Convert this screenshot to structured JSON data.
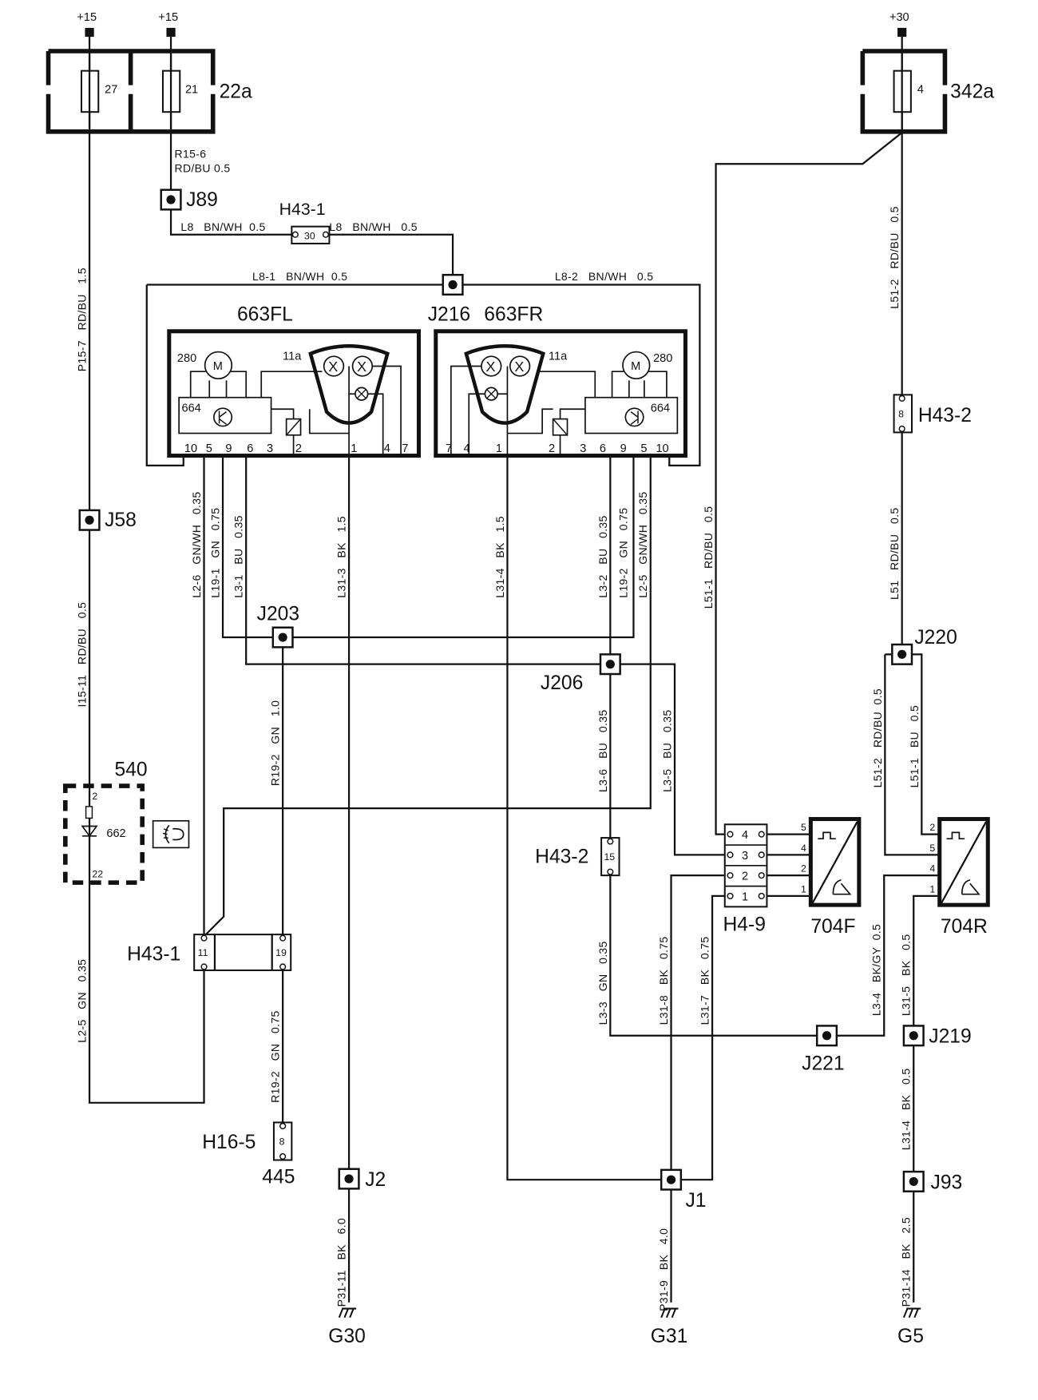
{
  "diagram": {
    "supplies": {
      "s15a": "+15",
      "s15b": "+15",
      "s30": "+30"
    },
    "fuse_boxes": {
      "fb22a": {
        "label": "22a",
        "fuses": [
          "27",
          "21"
        ]
      },
      "fb342a": {
        "label": "342a",
        "fuses": [
          "4"
        ]
      }
    },
    "wires": {
      "r15_6_id": "R15-6",
      "r15_6_spec": "RD/BU  0.5",
      "l8_left": "L8   BN/WH  0.5",
      "l8_right": "L8   BN/WH   0.5",
      "l8_1": "L8-1   BN/WH  0.5",
      "l8_2": "L8-2   BN/WH   0.5",
      "p15_7": "P15-7   RD/BU   1.5",
      "i15_11": "I15-11   RD/BU   0.5",
      "l2_5_left": "L2-5   GN   0.35",
      "l2_6": "L2-6   GN/WH   0.35",
      "l19_1": "L19-1   GN   0.75",
      "l3_1": "L3-1   BU   0.35",
      "l31_3": "L31-3   BK   1.5",
      "r19_2_upper": "R19-2   GN   1.0",
      "r19_2_lower": "R19-2   GN   0.75",
      "l31_4": "L31-4   BK   1.5",
      "l3_2": "L3-2   BU   0.35",
      "l19_2": "L19-2   GN   0.75",
      "l2_5": "L2-5   GN/WH   0.35",
      "l3_6": "L3-6   BU   0.35",
      "l3_5": "L3-5   BU   0.35",
      "l3_3": "L3-3   GN   0.35",
      "l31_8": "L31-8   BK   0.75",
      "l31_7": "L31-7   BK   0.75",
      "l51_1_left": "L51-1   RD/BU   0.5",
      "l51_2_top": "L51-2   RD/BU   0.5",
      "l51": "L51   RD/BU   0.5",
      "l51_2": "L51-2   RD/BU  0.5",
      "l51_1": "L51-1   BU   0.5",
      "l3_4": "L3-4   BK/GY  0.5",
      "l31_5": "L31-5   BK   0.5",
      "l31_4b": "L31-4   BK   0.5",
      "p31_11": "P31-11   BK   6.0",
      "p31_9": "P31-9   BK   4.0",
      "p31_14": "P31-14   BK   2.5"
    },
    "junctions": {
      "j89": "J89",
      "j216": "J216",
      "j58": "J58",
      "j203": "J203",
      "j206": "J206",
      "j220": "J220",
      "j221": "J221",
      "j219": "J219",
      "j93": "J93",
      "j2": "J2",
      "j1": "J1"
    },
    "connectors": {
      "h43_1_top": {
        "label": "H43-1",
        "pin": "30"
      },
      "h43_2_right": {
        "label": "H43-2",
        "pin": "8"
      },
      "h43_2_mid": {
        "label": "H43-2",
        "pin": "15"
      },
      "h43_1_bottom": {
        "label": "H43-1",
        "pins": [
          "11",
          "19"
        ]
      },
      "h16_5": {
        "label": "H16-5",
        "pin": "8",
        "sub": "445"
      },
      "h4_9": {
        "label": "H4-9",
        "pins": [
          "4",
          "3",
          "2",
          "1"
        ]
      }
    },
    "headlamps": {
      "fl": {
        "label": "663FL",
        "motor_id": "280",
        "motor_glyph": "M",
        "module_id": "664",
        "bulb_id": "11a",
        "pins": [
          "10",
          "5",
          "9",
          "6",
          "3",
          "2",
          "1",
          "4",
          "7"
        ]
      },
      "fr": {
        "label": "663FR",
        "motor_id": "280",
        "motor_glyph": "M",
        "module_id": "664",
        "bulb_id": "11a",
        "pins": [
          "7",
          "4",
          "1",
          "2",
          "3",
          "6",
          "9",
          "5",
          "10"
        ]
      }
    },
    "switch_540": {
      "label": "540",
      "inner_id": "662",
      "pin_top": "2",
      "pin_bottom": "22",
      "icon": "headlamp-leveling-icon"
    },
    "sensors": {
      "f": {
        "label": "704F",
        "pins": [
          "5",
          "4",
          "2",
          "1"
        ]
      },
      "r": {
        "label": "704R",
        "pins": [
          "2",
          "5",
          "4",
          "1"
        ]
      }
    },
    "grounds": {
      "g30": "G30",
      "g31": "G31",
      "g5": "G5"
    }
  }
}
